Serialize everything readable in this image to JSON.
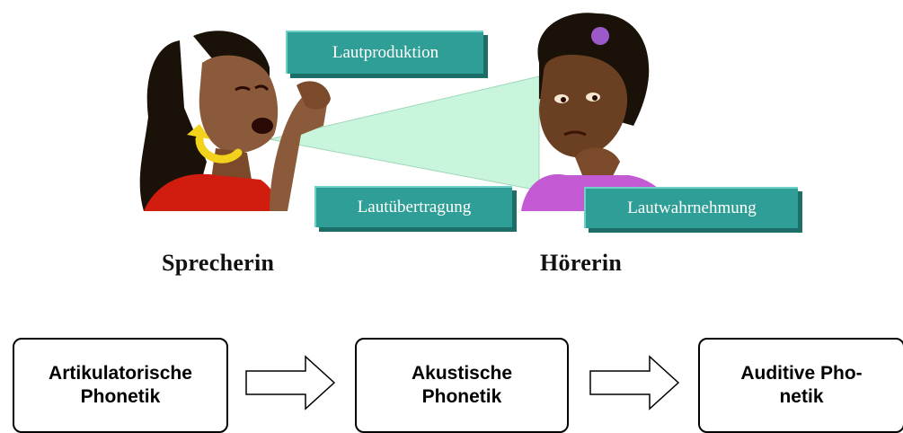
{
  "top": {
    "labels": {
      "production": "Lautproduktion",
      "transmission": "Lautübertragung",
      "perception": "Lautwahrnehmung"
    },
    "speaker": "Sprecherin",
    "listener": "Hörerin"
  },
  "phases": [
    {
      "line1": "Artikulatorische",
      "line2": "Phonetik"
    },
    {
      "line1": "Akustische",
      "line2": "Phonetik"
    },
    {
      "line1": "Auditive Pho-",
      "line2": "netik"
    }
  ],
  "colors": {
    "teal": "#2f9e96",
    "beam": "#c8f5dc",
    "arrow": "#f2d21a"
  }
}
